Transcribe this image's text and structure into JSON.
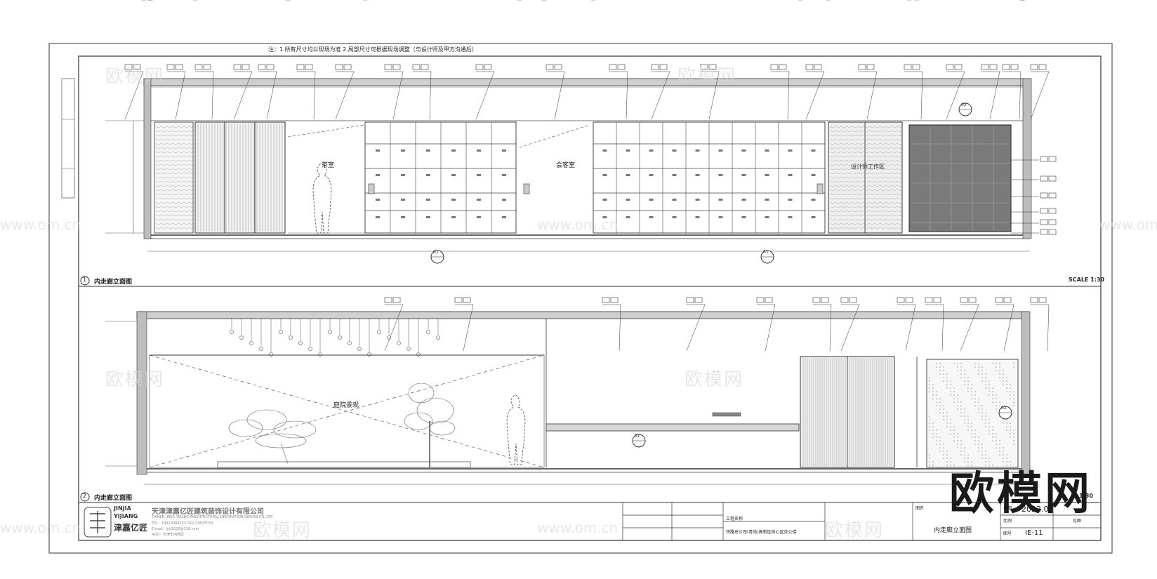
{
  "sheet": {
    "note": "注：1.所有尺寸均以现场为准 2.局部尺寸可根据现场调整（与设计师及甲方沟通后）",
    "view1_number": "1",
    "view1_title": "内走廊立面图",
    "view1_scale": "SCALE 1:30",
    "view2_number": "2",
    "view2_title": "内走廊立面图",
    "view2_scale": "1:30",
    "view1_tags": [
      "茶室",
      "会客室",
      "设计师工作区"
    ],
    "view2_tags": [
      "庭院景观"
    ],
    "section_markers": [
      "01",
      "02",
      "03"
    ]
  },
  "title_block": {
    "logo_en_1": "JINJIA",
    "logo_en_2": "YIJIANG",
    "logo_cn": "津嘉亿匠",
    "company_cn": "天津津嘉亿匠建筑装饰设计有限公司",
    "company_en": "TIANJIN JINJIA YIJIANG ARCHITECTURAL DECORATION DESIGN CO.,LTD",
    "tel": "TEL：18920993133   022-23837070",
    "email": "E-mail：jjyj2020@126.com",
    "address": "ADD：天津市河西区",
    "project_label": "工程名称",
    "project_name": "铁路总公司(青岛)高新区核心区办公楼",
    "drawing_label": "图名",
    "drawing_name": "内走廊立面图",
    "date_label": "日期",
    "date": "2022.05",
    "sheet_no_label": "图号",
    "sheet_no": "IE-11",
    "scale_label": "比例",
    "scale_value": "见图"
  },
  "watermarks": {
    "brand": "欧模网",
    "url": "www.om.cn"
  }
}
